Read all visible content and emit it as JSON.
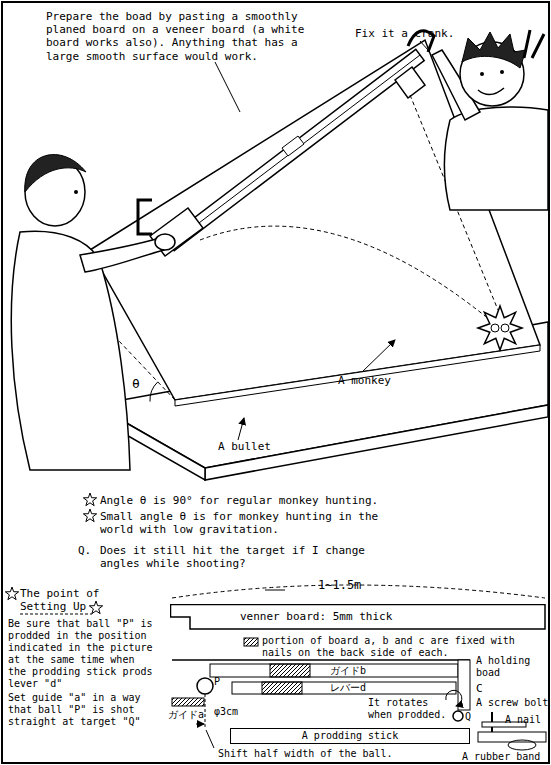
{
  "diagram": {
    "nodes": [
      {
        "text": [
          "venner board: 5mm thick"
        ]
      },
      {
        "text": [
          "A prodding stick"
        ]
      }
    ],
    "labels": [
      "Prepare the boad by pasting a smoothly planed board on a veneer board (a white board works also). Anything that has a large smooth surface would work.",
      "Fix it a crank.",
      "A monkey",
      "A bullet",
      "θ",
      "Angle θ is 90° for regular monkey hunting.",
      "Small angle θ is for monkey hunting in the world with low gravitation.",
      "Q.",
      "Does it still hit the target if I change angles while shooting?",
      "The point of Setting Up",
      "Be sure that ball \"P\" is prodded in the position indicated in the picture at the same time when the prodding stick prods lever \"d\"",
      "Set guide \"a\" in a way that ball \"P\" is shot straight at target \"Q\"",
      "1~1.5m",
      "P",
      "ガイドb",
      "レバーd",
      "A holding boad",
      "C",
      "ガイドa",
      "φ3cm",
      "It rotates when prodded.",
      "Q",
      "Shift half width of the ball.",
      "A screw bolt",
      "A nail",
      "A rubber band"
    ],
    "legend": [
      {
        "text": "portion of board a, b and c are fixed with nails on the back side of each."
      }
    ]
  }
}
